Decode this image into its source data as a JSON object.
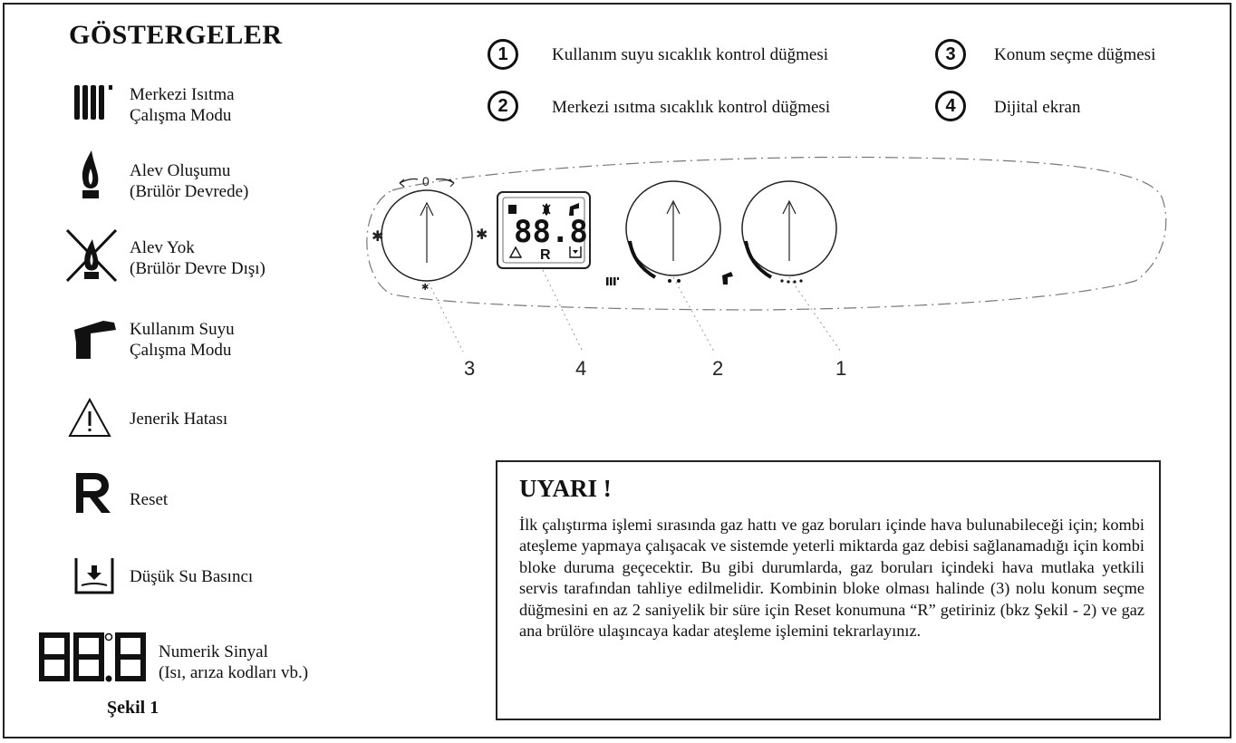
{
  "title": "GÖSTERGELER",
  "indicators": [
    {
      "icon": "radiator-icon",
      "line1": "Merkezi Isıtma",
      "line2": "Çalışma Modu"
    },
    {
      "icon": "flame-icon",
      "line1": "Alev Oluşumu",
      "line2": "(Brülör Devrede)"
    },
    {
      "icon": "no-flame-icon",
      "line1": "Alev Yok",
      "line2": "(Brülör Devre Dışı)"
    },
    {
      "icon": "tap-icon",
      "line1": "Kullanım Suyu",
      "line2": "Çalışma Modu"
    },
    {
      "icon": "warning-triangle-icon",
      "line1": "Jenerik Hatası",
      "line2": ""
    },
    {
      "icon": "reset-r-icon",
      "line1": "Reset",
      "line2": ""
    },
    {
      "icon": "low-pressure-icon",
      "line1": "Düşük Su Basıncı",
      "line2": ""
    },
    {
      "icon": "digital-display-icon",
      "line1": "Numerik Sinyal",
      "line2": "(Isı, arıza kodları vb.)"
    }
  ],
  "digits_sample": "88.8",
  "figure_caption": "Şekil 1",
  "legend": [
    {
      "num": "1",
      "text": "Kullanım suyu sıcaklık kontrol düğmesi"
    },
    {
      "num": "2",
      "text": "Merkezi ısıtma sıcaklık kontrol düğmesi"
    },
    {
      "num": "3",
      "text": "Konum seçme düğmesi"
    },
    {
      "num": "4",
      "text": "Dijital ekran"
    }
  ],
  "panel": {
    "display_digits": "88.8",
    "display_r": "R",
    "selector_top": "0",
    "callouts": [
      "3",
      "4",
      "2",
      "1"
    ]
  },
  "warning": {
    "title": "UYARI !",
    "body": "İlk çalıştırma işlemi sırasında gaz hattı ve gaz boruları içinde hava bulunabileceği için; kombi ateşleme yapmaya çalışacak ve sistemde yeterli miktarda gaz debisi sağlanamadığı için kombi bloke duruma geçecektir. Bu gibi durumlarda, gaz boruları içindeki hava mutlaka yetkili servis tarafından tahliye edilmelidir. Kombinin bloke olması halinde (3) nolu konum seçme düğmesini en az 2 saniyelik bir süre için Reset konumuna “R” getiriniz (bkz Şekil - 2) ve gaz ana brülöre ulaşıncaya kadar ateşleme işlemini tekrarlayınız."
  }
}
